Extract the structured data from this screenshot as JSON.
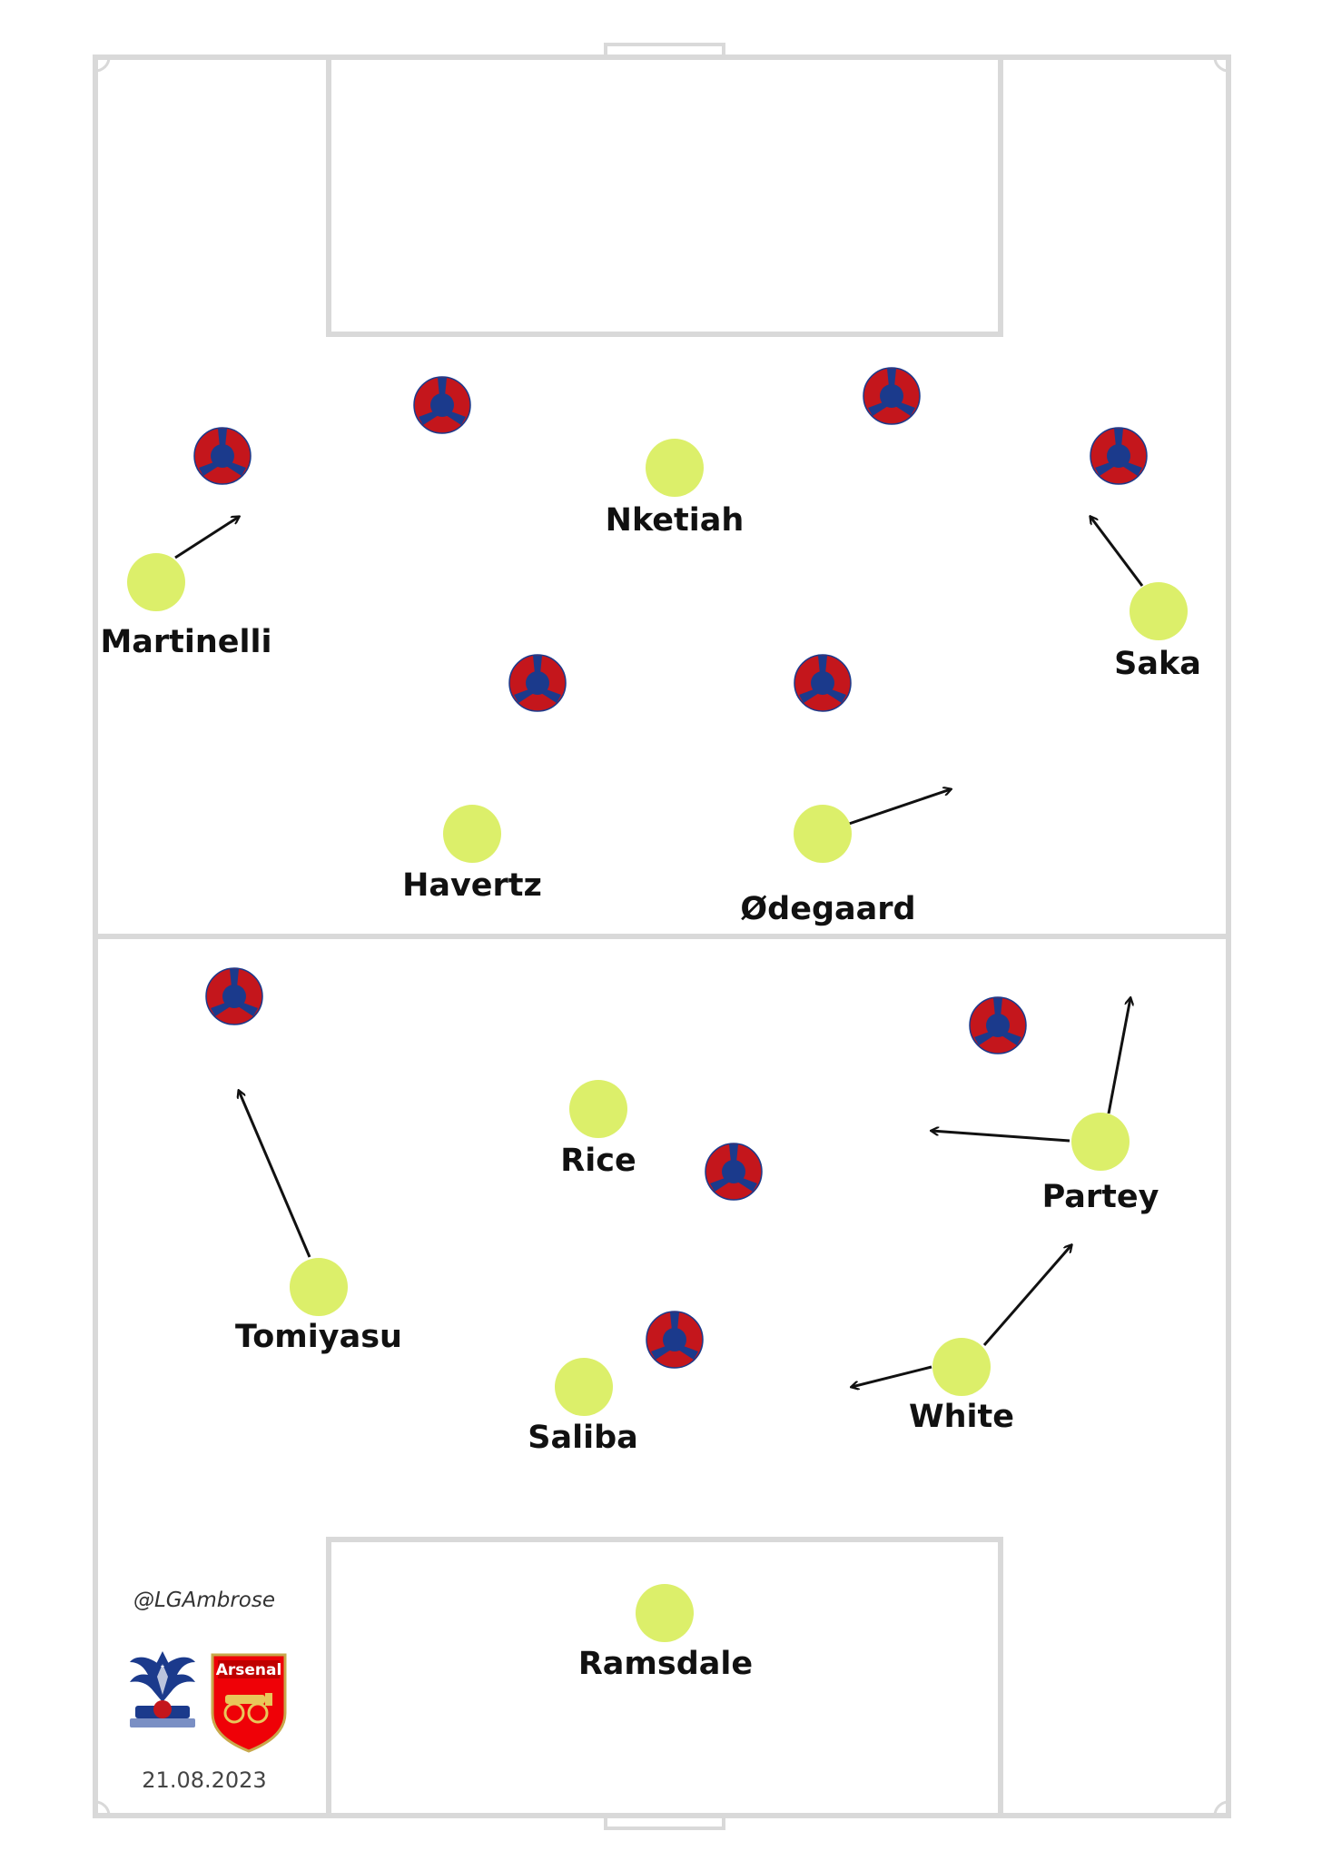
{
  "match_date": "21.08.2023",
  "author_handle": "@LGAmbrose",
  "colors": {
    "pitch_lines": "#d9d9d9",
    "arsenal_player": "#dcef6a",
    "palace_red": "#c4161c",
    "palace_blue": "#1b3a8c",
    "arrow": "#111111"
  },
  "teams": {
    "home": {
      "name": "Crystal Palace",
      "badge_icon": "crystal-palace-crest-icon"
    },
    "away": {
      "name": "Arsenal",
      "badge_icon": "arsenal-crest-icon",
      "badge_text": "Arsenal"
    }
  },
  "players": [
    {
      "key": "nketiah",
      "name": "Nketiah"
    },
    {
      "key": "martinelli",
      "name": "Martinelli"
    },
    {
      "key": "saka",
      "name": "Saka"
    },
    {
      "key": "havertz",
      "name": "Havertz"
    },
    {
      "key": "odegaard",
      "name": "Ødegaard"
    },
    {
      "key": "rice",
      "name": "Rice"
    },
    {
      "key": "partey",
      "name": "Partey"
    },
    {
      "key": "tomiyasu",
      "name": "Tomiyasu"
    },
    {
      "key": "saliba",
      "name": "Saliba"
    },
    {
      "key": "white",
      "name": "White"
    },
    {
      "key": "ramsdale",
      "name": "Ramsdale"
    }
  ]
}
